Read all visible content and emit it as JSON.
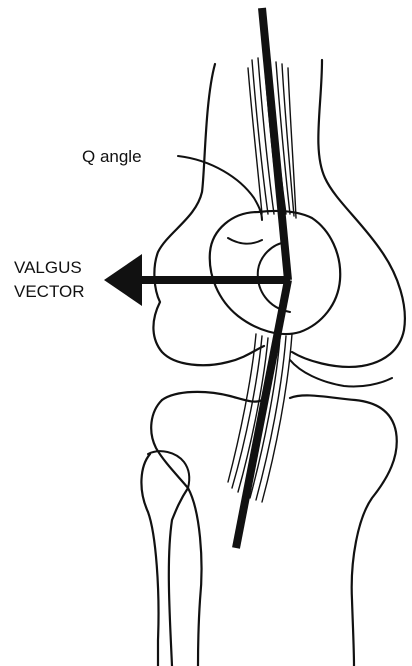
{
  "labels": {
    "q_angle": "Q angle",
    "valgus_line1": "VALGUS",
    "valgus_line2": "VECTOR"
  },
  "colors": {
    "ink": "#111111",
    "background": "#ffffff"
  }
}
